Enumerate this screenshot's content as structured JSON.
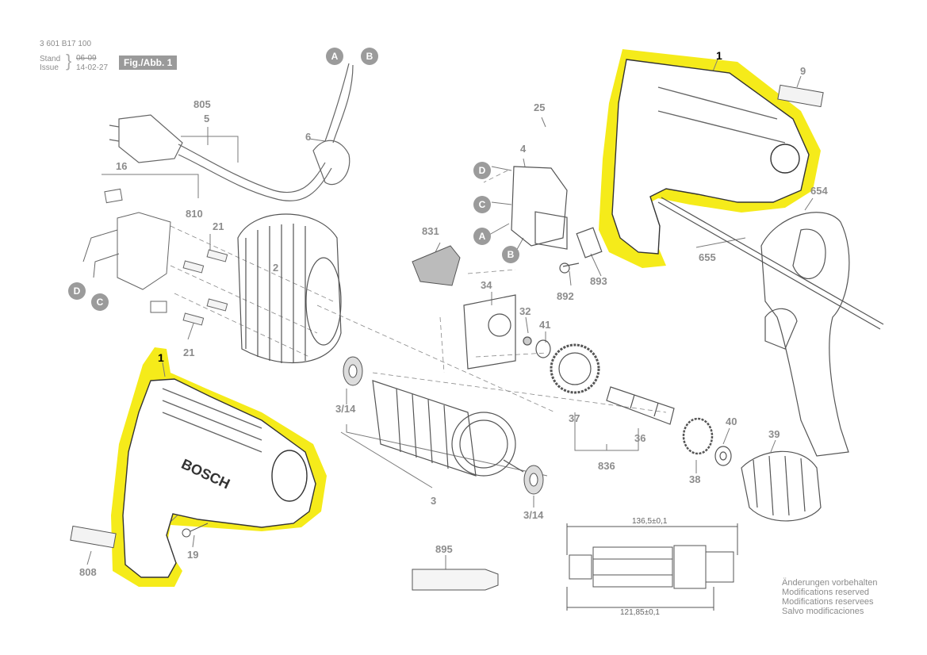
{
  "header": {
    "doc_number": "3 601 B17 100",
    "stand_label": "Stand",
    "issue_label": "Issue",
    "stand_date": "06-09",
    "issue_date": "14-02-27",
    "figure_label": "Fig./Abb. 1"
  },
  "callouts": [
    "A",
    "B",
    "D",
    "C",
    "A",
    "B",
    "D",
    "C"
  ],
  "part_labels": {
    "p805": "805",
    "p5": "5",
    "p6": "6",
    "p16": "16",
    "p810": "810",
    "p21a": "21",
    "p21b": "21",
    "p2": "2",
    "p1_top": "1",
    "p1_bottom": "1",
    "p9": "9",
    "p25": "25",
    "p4": "4",
    "p831": "831",
    "p893": "893",
    "p892": "892",
    "p654": "654",
    "p655": "655",
    "p34": "34",
    "p32": "32",
    "p41": "41",
    "p3_14a": "3/14",
    "p3_14b": "3/14",
    "p3": "3",
    "p37": "37",
    "p36": "36",
    "p836": "836",
    "p40": "40",
    "p39": "39",
    "p38": "38",
    "p19": "19",
    "p808": "808",
    "p895": "895"
  },
  "brand_text": "BOSCH",
  "dimensions": {
    "top": "136,5±0,1",
    "bottom": "121,85±0,1"
  },
  "notes": [
    "Änderungen vorbehalten",
    "Modifications reserved",
    "Modifications reservees",
    "Salvo modificaciones"
  ],
  "colors": {
    "highlight": "#f5eb1a",
    "line": "#7a7a7a",
    "callout": "#9b9b9b",
    "label": "#8c8c8c"
  }
}
